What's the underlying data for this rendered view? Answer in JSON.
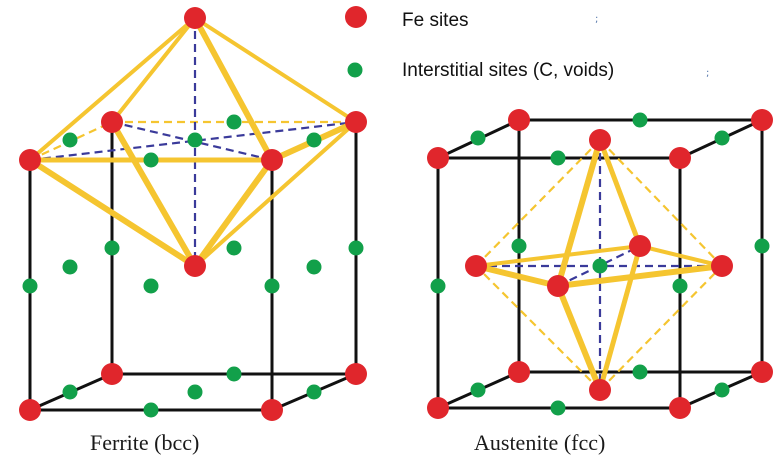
{
  "legend": {
    "fe_label": "Fe sites",
    "interstitial_label": "Interstitial sites (C, voids)"
  },
  "captions": {
    "ferrite": "Ferrite (bcc)",
    "austenite": "Austenite (fcc)"
  },
  "specks": [
    ";",
    ";"
  ],
  "colors": {
    "fe_atom": "#e0262c",
    "interstitial": "#12a04a",
    "octahedron_edge": "#f5c530",
    "octahedron_axis": "#3a3a9a",
    "cell_edge": "#111111"
  }
}
